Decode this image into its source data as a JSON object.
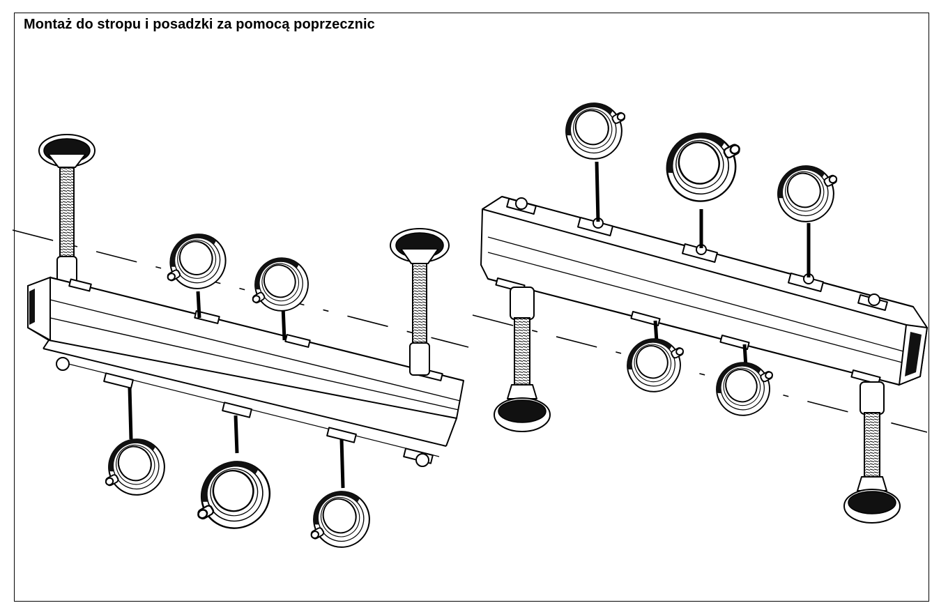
{
  "page": {
    "title": "Montaż do stropu i posadzki za pomocą poprzecznic"
  },
  "figure": {
    "assemblies": [
      {
        "name": "ceiling-mount-assembly",
        "rods": 2,
        "pipe_clamps": 5
      },
      {
        "name": "floor-mount-assembly",
        "rods": 2,
        "pipe_clamps": 5
      }
    ]
  }
}
